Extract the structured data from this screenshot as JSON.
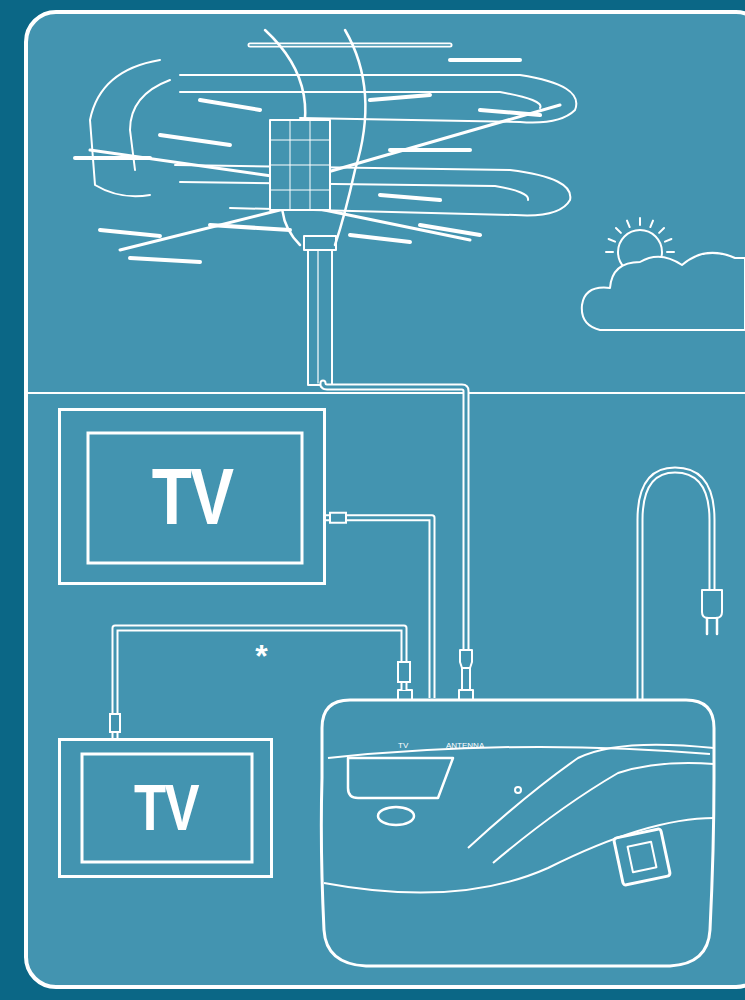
{
  "diagram": {
    "nodes": [
      {
        "text": [
          "TV"
        ]
      },
      {
        "text": [
          "TV"
        ]
      },
      {
        "text": [
          "TV",
          "ANTENNA"
        ]
      }
    ],
    "edges": [
      {
        "from": 2,
        "to": 0,
        "arrow": "none"
      },
      {
        "from": 2,
        "to": 1,
        "arrow": "none",
        "label": "*"
      }
    ]
  }
}
